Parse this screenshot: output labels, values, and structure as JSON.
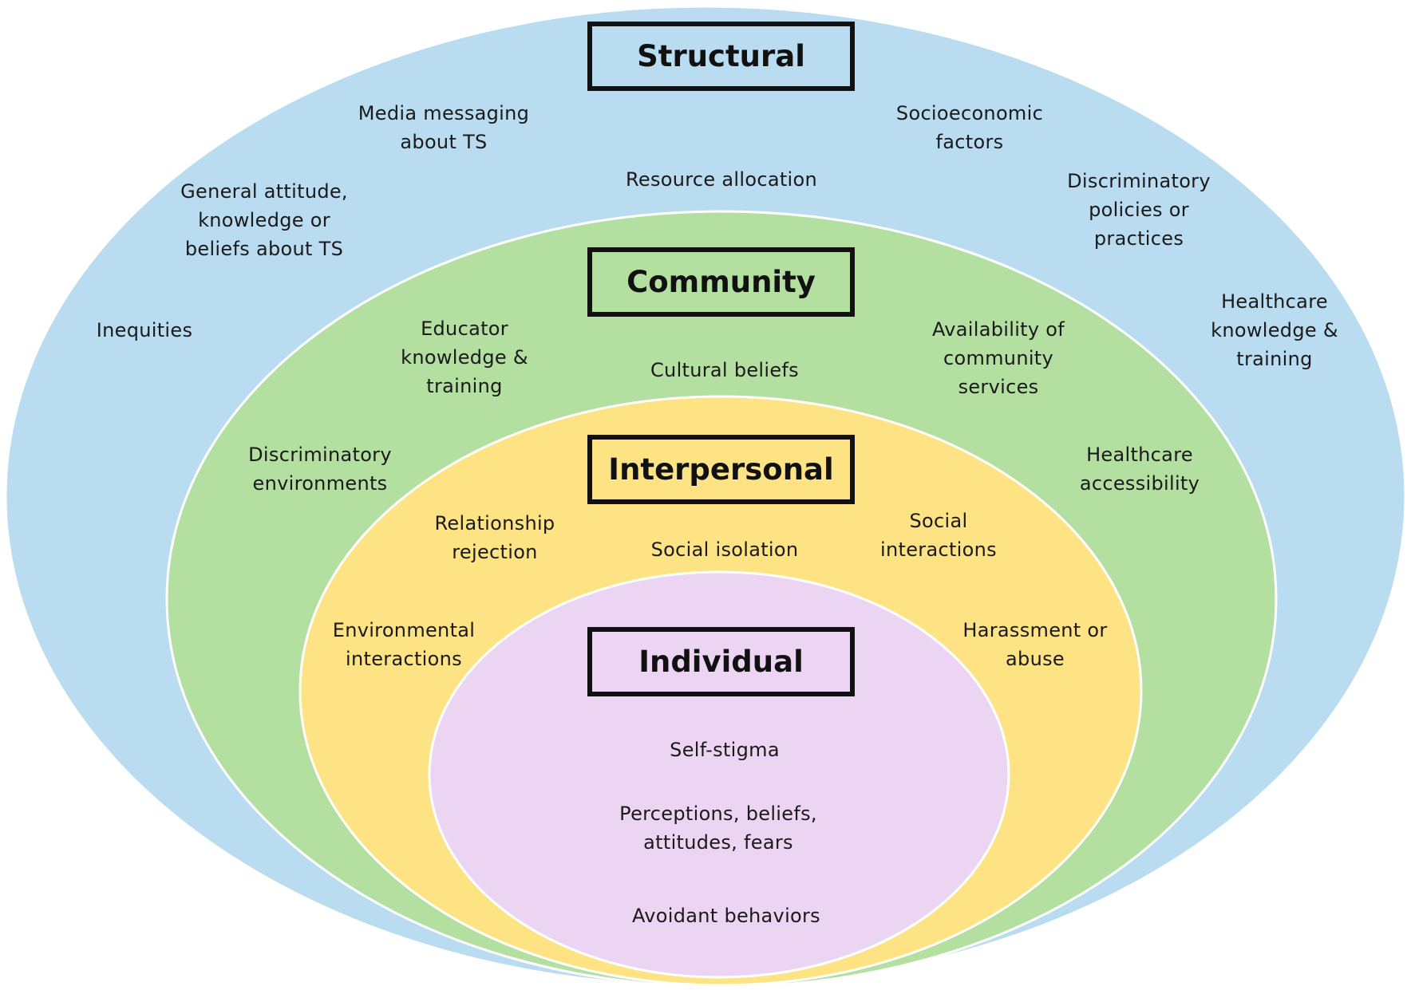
{
  "colors": {
    "structural": "#b9dcf1",
    "community": "#b3dfa0",
    "interpersonal": "#fde384",
    "individual": "#ecd5f3",
    "ring_stroke": "#ffffff"
  },
  "levels": {
    "structural": {
      "title": "Structural",
      "factors": [
        "Media messaging\nabout TS",
        "Resource allocation",
        "Socioeconomic\nfactors",
        "General attitude,\nknowledge or\nbeliefs about TS",
        "Discriminatory\npolicies or\npractices",
        "Inequities",
        "Healthcare\nknowledge &\ntraining"
      ]
    },
    "community": {
      "title": "Community",
      "factors": [
        "Educator\nknowledge &\ntraining",
        "Cultural beliefs",
        "Availability of\ncommunity\nservices",
        "Discriminatory\nenvironments",
        "Healthcare\naccessibility"
      ]
    },
    "interpersonal": {
      "title": "Interpersonal",
      "factors": [
        "Relationship\nrejection",
        "Social isolation",
        "Social\ninteractions",
        "Environmental\ninteractions",
        "Harassment or\nabuse"
      ]
    },
    "individual": {
      "title": "Individual",
      "factors": [
        "Self-stigma",
        "Perceptions, beliefs,\nattitudes, fears",
        "Avoidant behaviors"
      ]
    }
  }
}
